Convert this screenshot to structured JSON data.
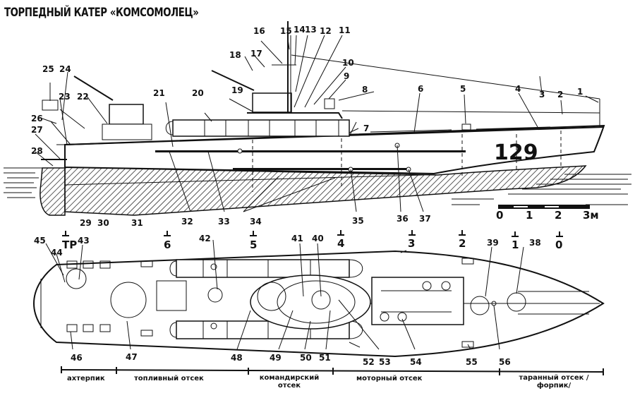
{
  "title": "ТОРПЕДНЫЙ КАТЕР «КОМСОМОЛЕЦ»",
  "hull_number": "129",
  "scale_bar": {
    "ticks": [
      "0",
      "1",
      "2",
      "3м"
    ]
  },
  "frames": [
    {
      "id": "tr",
      "label": "ТР"
    },
    {
      "id": "6",
      "label": "6"
    },
    {
      "id": "5",
      "label": "5"
    },
    {
      "id": "4",
      "label": "4"
    },
    {
      "id": "3",
      "label": "3"
    },
    {
      "id": "2",
      "label": "2"
    },
    {
      "id": "1",
      "label": "1"
    },
    {
      "id": "0",
      "label": "0"
    }
  ],
  "side_view_callouts": [
    "1",
    "2",
    "3",
    "4",
    "5",
    "6",
    "7",
    "8",
    "9",
    "10",
    "11",
    "12",
    "13",
    "14",
    "15",
    "16",
    "17",
    "18",
    "19",
    "20",
    "21",
    "22",
    "23",
    "24",
    "25",
    "26",
    "27",
    "28",
    "29",
    "30",
    "31",
    "32",
    "33",
    "34",
    "35",
    "36",
    "37"
  ],
  "top_view_callouts": [
    "38",
    "39",
    "40",
    "41",
    "42",
    "43",
    "44",
    "45",
    "46",
    "47",
    "48",
    "49",
    "50",
    "51",
    "52",
    "53",
    "54",
    "55",
    "56"
  ],
  "compartments": [
    {
      "label": "ахтерпик"
    },
    {
      "label": "топливный отсек"
    },
    {
      "label": "командирский отсек"
    },
    {
      "label": "моторный отсек"
    },
    {
      "label": "таранный отсек /форпик/"
    }
  ]
}
